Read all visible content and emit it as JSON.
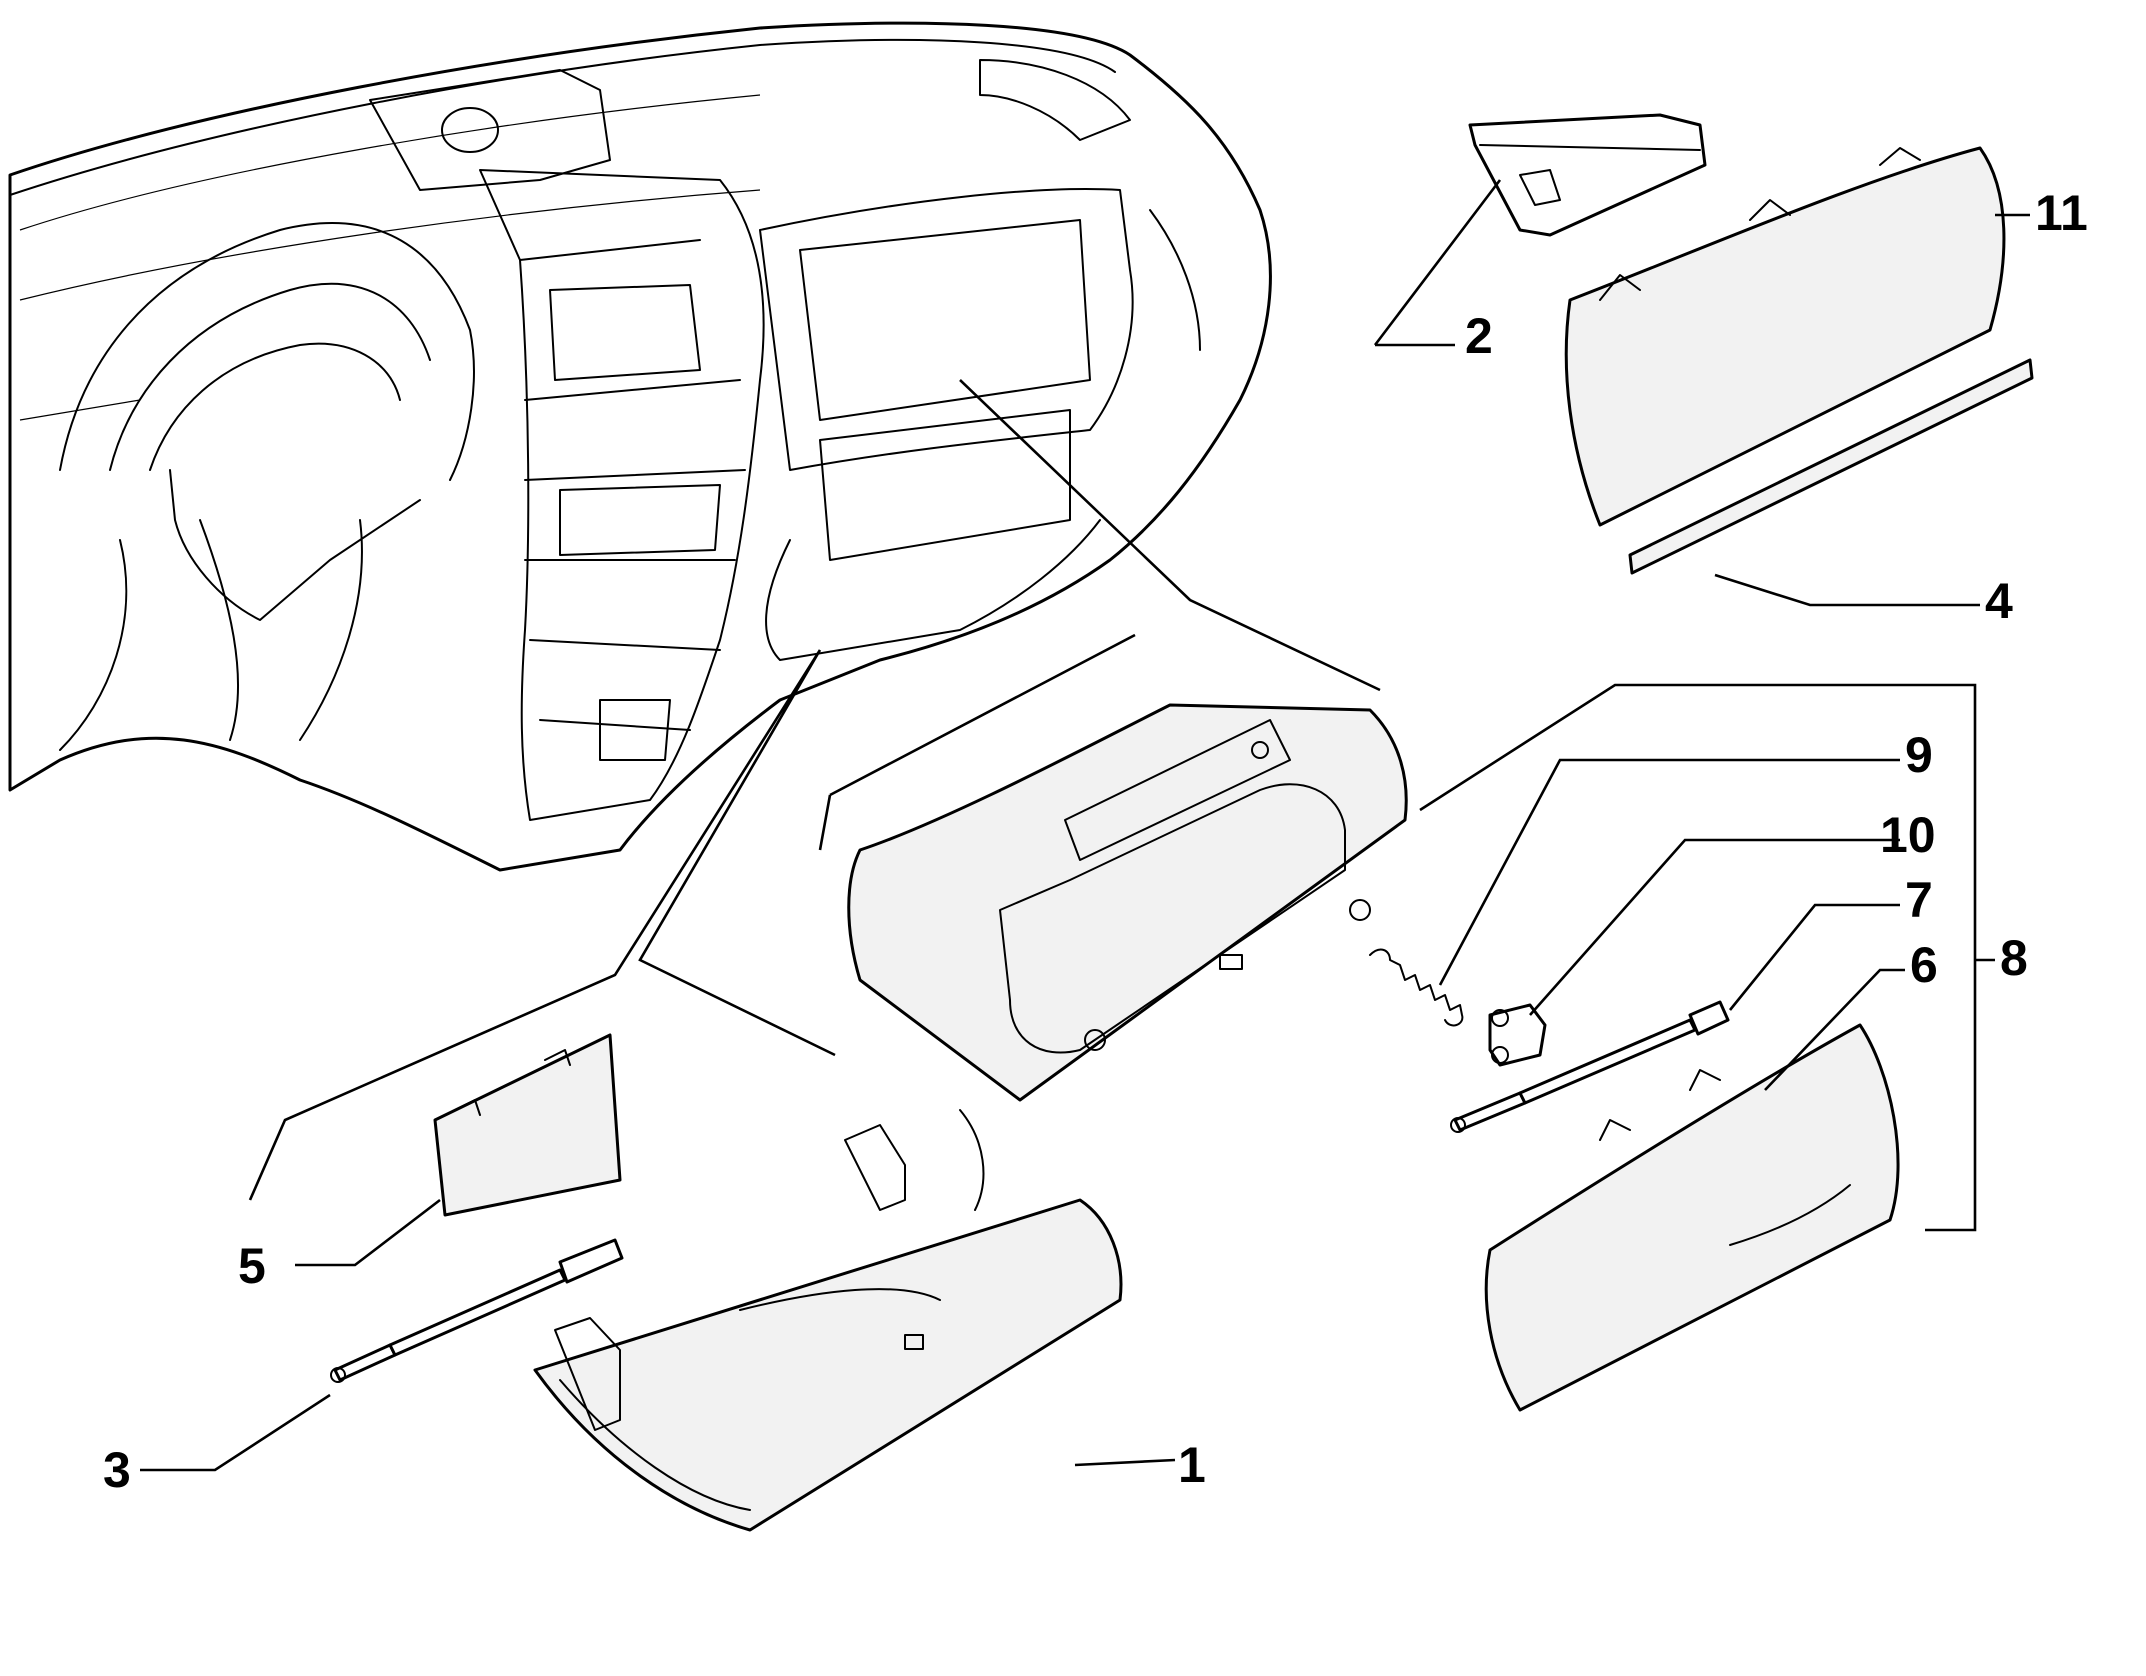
{
  "diagram": {
    "callouts": [
      {
        "id": "1",
        "label": "1"
      },
      {
        "id": "2",
        "label": "2"
      },
      {
        "id": "3",
        "label": "3"
      },
      {
        "id": "4",
        "label": "4"
      },
      {
        "id": "5",
        "label": "5"
      },
      {
        "id": "6",
        "label": "6"
      },
      {
        "id": "7",
        "label": "7"
      },
      {
        "id": "8",
        "label": "8"
      },
      {
        "id": "9",
        "label": "9"
      },
      {
        "id": "10",
        "label": "10"
      },
      {
        "id": "11",
        "label": "11"
      }
    ],
    "colors": {
      "line": "#000000",
      "background": "#ffffff",
      "shade": "#f2f2f2"
    }
  }
}
